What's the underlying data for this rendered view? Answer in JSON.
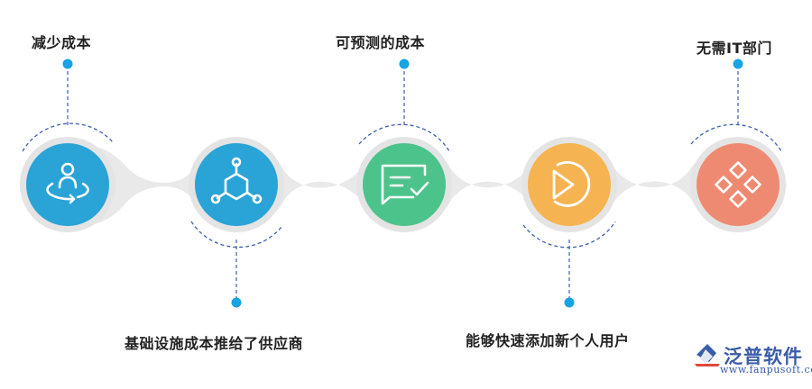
{
  "steps": [
    {
      "label": "减少成本",
      "icon": "person-rotate-icon",
      "color": "#2aa3d6"
    },
    {
      "label": "基础设施成本推给了供应商",
      "icon": "network-cube-icon",
      "color": "#2aa3d6"
    },
    {
      "label": "可预测的成本",
      "icon": "message-check-icon",
      "color": "#4cc38a"
    },
    {
      "label": "能够快速添加新个人用户",
      "icon": "pie-chart-icon",
      "color": "#f5b451"
    },
    {
      "label": "无需IT部门",
      "icon": "diamond-grid-icon",
      "color": "#ef8a72"
    }
  ],
  "colors": {
    "track": "#e8e8e8",
    "dot": "#17a3e4",
    "dashed": "#3d5fb0"
  },
  "logo": {
    "name": "泛普软件",
    "url": "www.fanpusoft.com"
  }
}
